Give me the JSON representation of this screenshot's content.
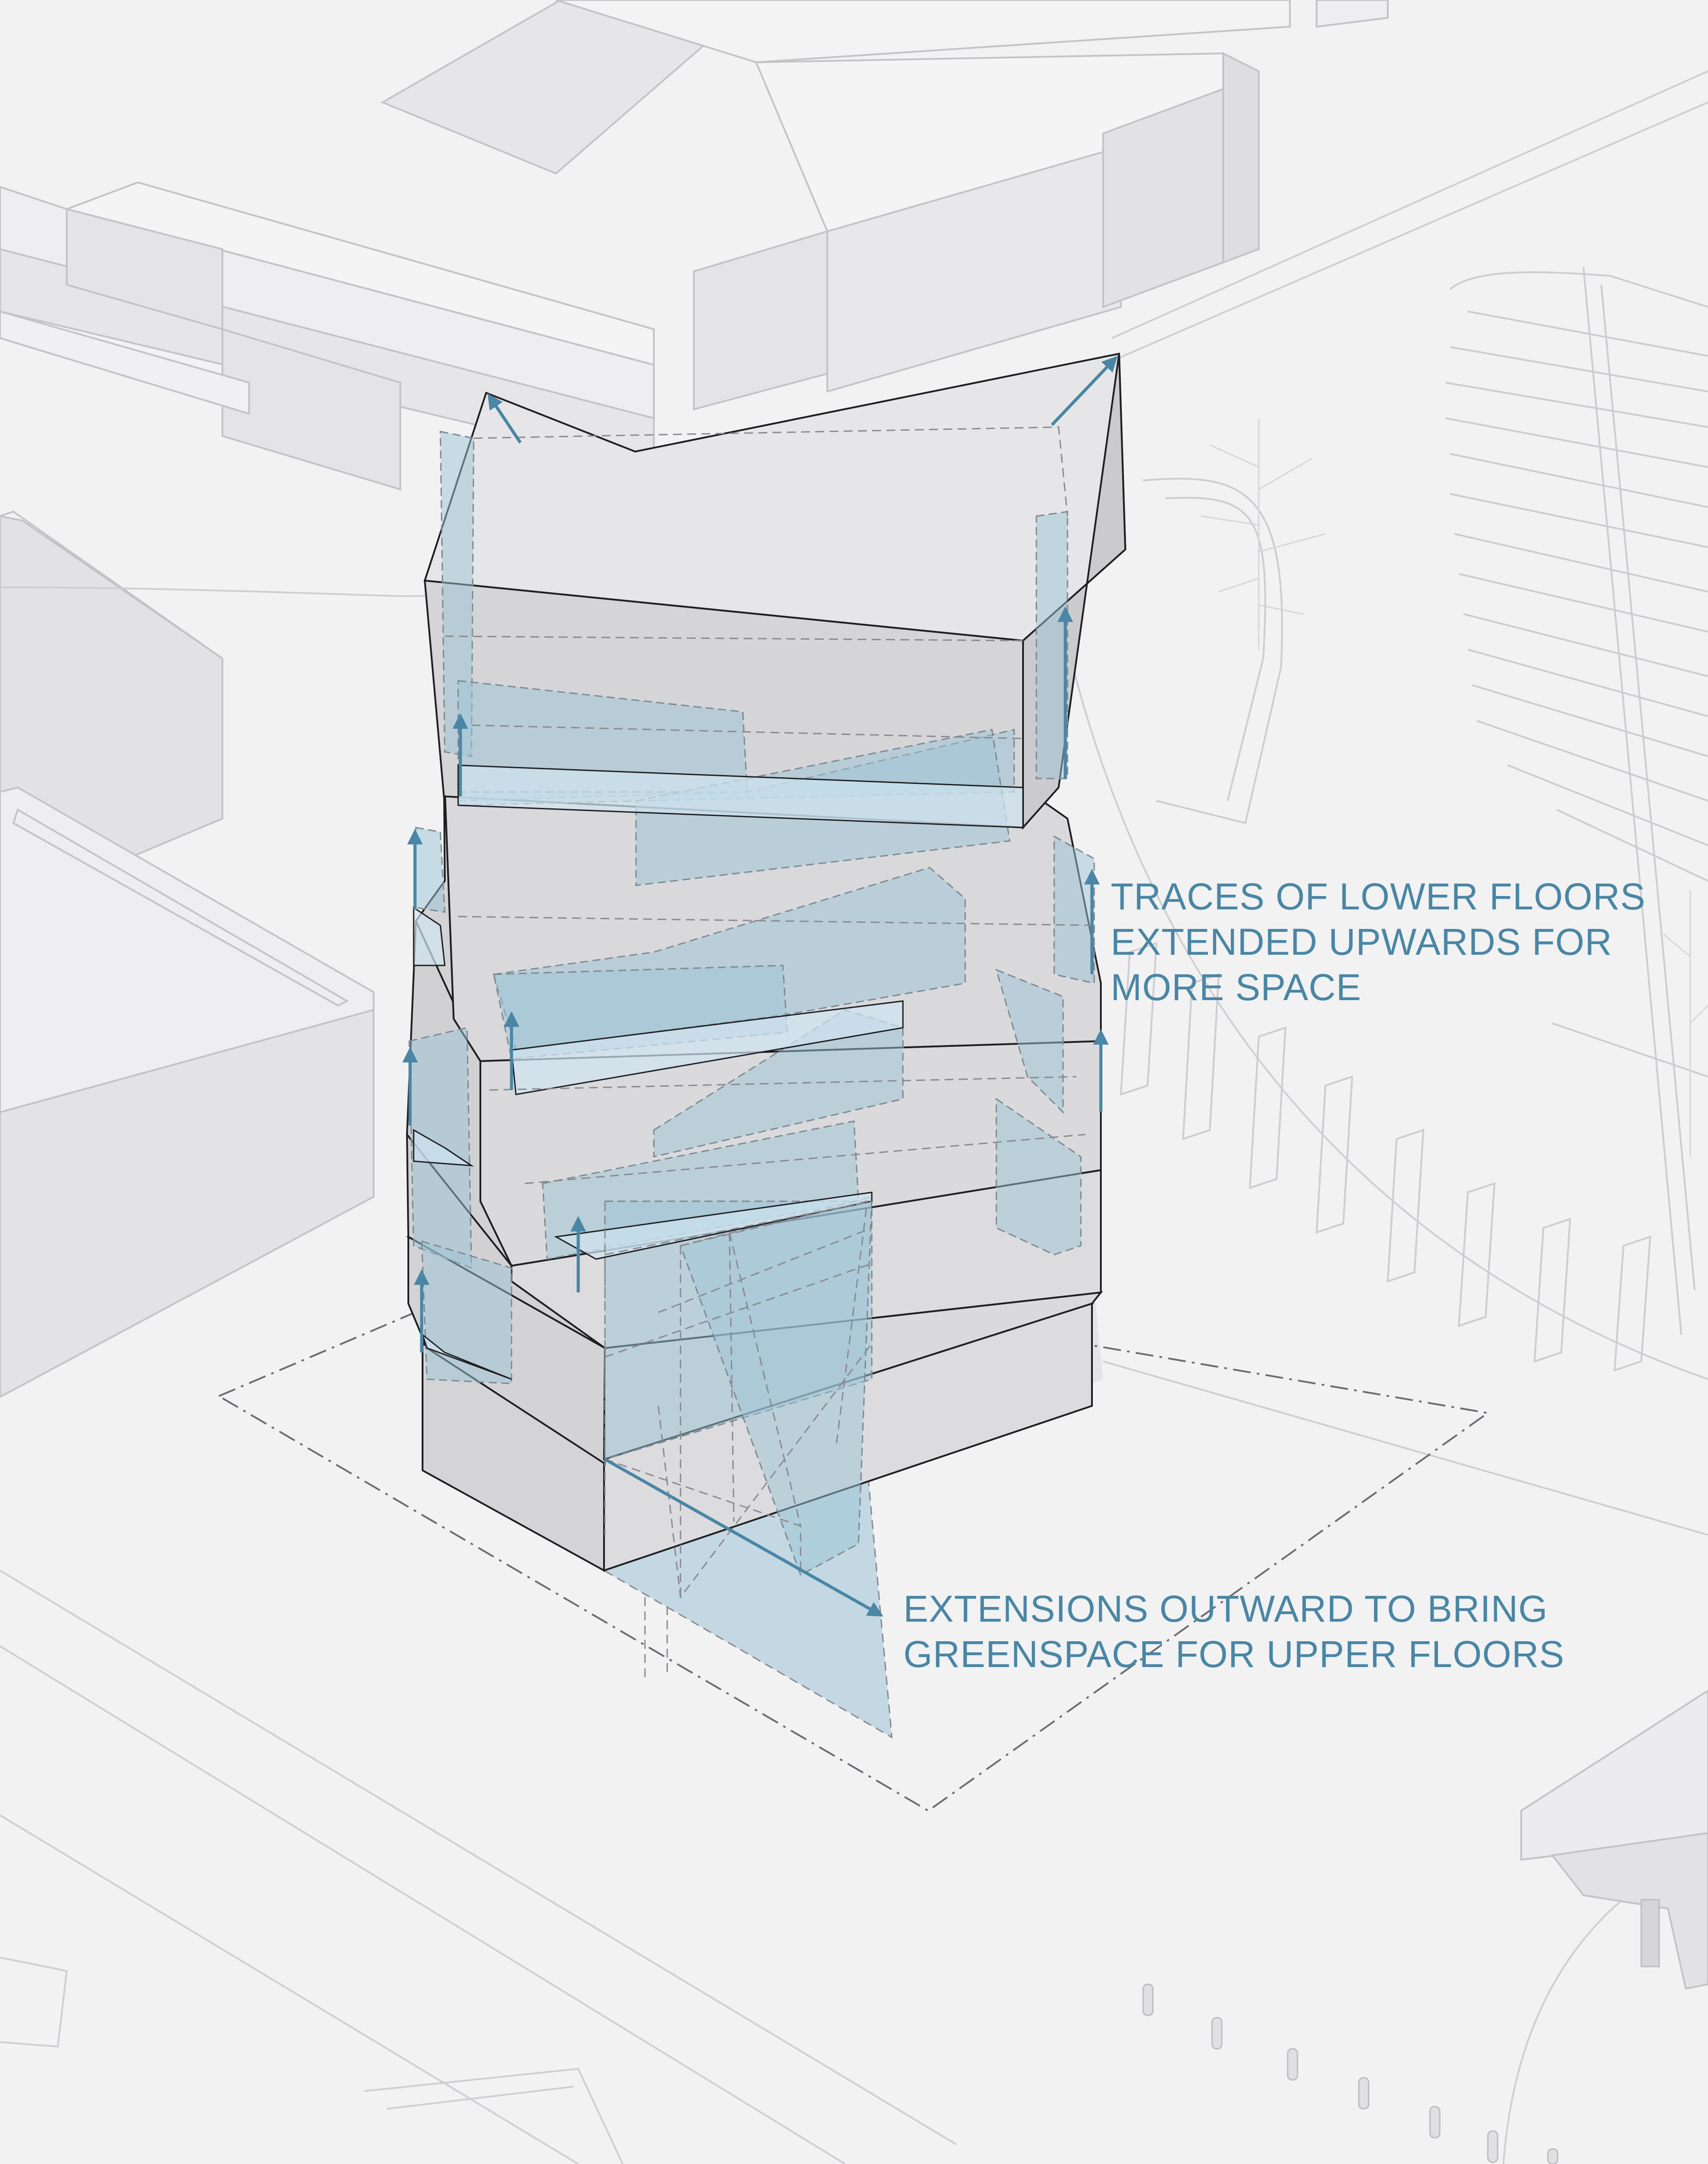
{
  "annotations": {
    "upward": {
      "lines": [
        "TRACES OF LOWER FLOORS",
        "EXTENDED UPWARDS FOR",
        "MORE SPACE"
      ]
    },
    "outward": {
      "lines": [
        "EXTENSIONS OUTWARD TO BRING",
        "GREENSPACE FOR UPPER FLOORS"
      ]
    }
  },
  "colors": {
    "background": "#f2f2f3",
    "context_line": "#c4c4c8",
    "building_fill": "#d7d7da",
    "building_face": "#dedee1",
    "outline": "#1f1f22",
    "hidden_line": "#8a8a90",
    "extension_fill": "#9cc3d6",
    "arrow": "#4a86a5",
    "annotation_text": "#4a86a5"
  }
}
